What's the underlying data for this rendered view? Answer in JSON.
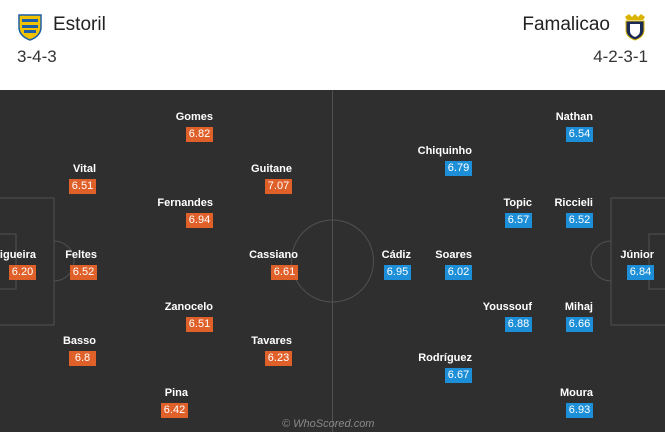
{
  "home": {
    "name": "Estoril",
    "formation": "3-4-3",
    "crest_icon": "estoril-crest-icon",
    "color": "#e0602a",
    "players": [
      {
        "name": "Figueira",
        "rating": "6.20"
      },
      {
        "name": "Vital",
        "rating": "6.51"
      },
      {
        "name": "Feltes",
        "rating": "6.52"
      },
      {
        "name": "Basso",
        "rating": "6.8"
      },
      {
        "name": "Gomes",
        "rating": "6.82"
      },
      {
        "name": "Fernandes",
        "rating": "6.94"
      },
      {
        "name": "Zanocelo",
        "rating": "6.51"
      },
      {
        "name": "Pina",
        "rating": "6.42"
      },
      {
        "name": "Guitane",
        "rating": "7.07"
      },
      {
        "name": "Cassiano",
        "rating": "6.61"
      },
      {
        "name": "Tavares",
        "rating": "6.23"
      }
    ]
  },
  "away": {
    "name": "Famalicao",
    "formation": "4-2-3-1",
    "crest_icon": "famalicao-crest-icon",
    "color": "#1d8fd8",
    "players": [
      {
        "name": "Júnior",
        "rating": "6.84"
      },
      {
        "name": "Nathan",
        "rating": "6.54"
      },
      {
        "name": "Riccieli",
        "rating": "6.52"
      },
      {
        "name": "Mihaj",
        "rating": "6.66"
      },
      {
        "name": "Moura",
        "rating": "6.93"
      },
      {
        "name": "Topic",
        "rating": "6.57"
      },
      {
        "name": "Youssouf",
        "rating": "6.88"
      },
      {
        "name": "Chiquinho",
        "rating": "6.79"
      },
      {
        "name": "Soares",
        "rating": "6.02"
      },
      {
        "name": "Rodríguez",
        "rating": "6.67"
      },
      {
        "name": "Cádiz",
        "rating": "6.95"
      }
    ]
  },
  "watermark": "© WhoScored.com"
}
